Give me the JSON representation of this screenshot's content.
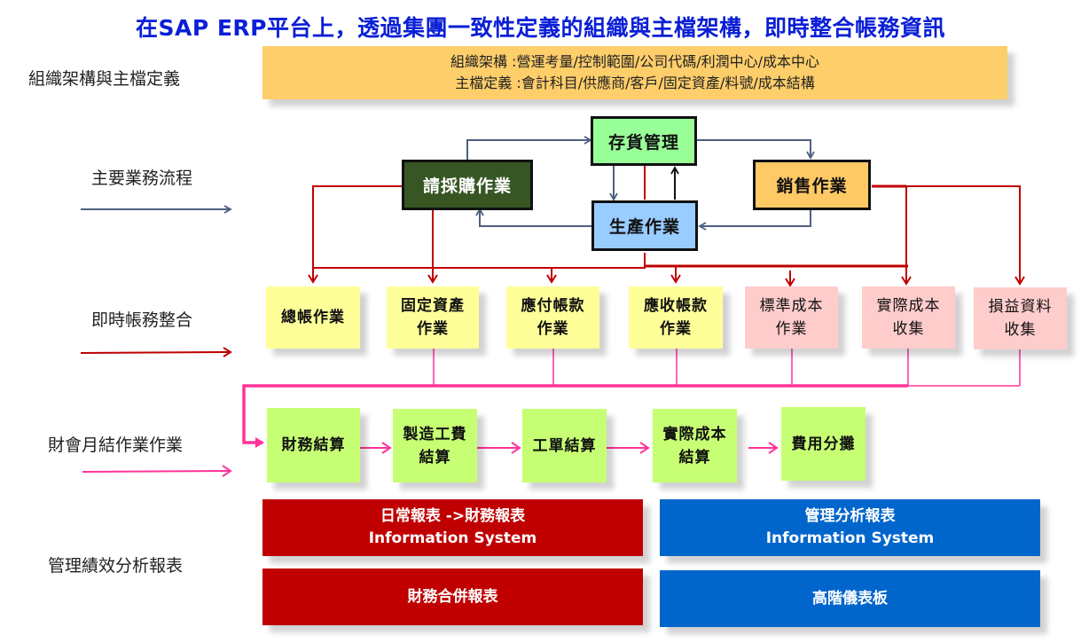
{
  "title": "在SAP ERP平台上，透過集團一致性定義的組織與主檔架構，即時整合帳務資訊",
  "row_labels": {
    "org": "組織架構與主檔定義",
    "business": "主要業務流程",
    "realtime": "即時帳務整合",
    "month_end": "財會月結作業作業",
    "reports": "管理績效分析報表"
  },
  "master_box": {
    "line1": "組織架構 :營運考量/控制範圍/公司代碼/利潤中心/成本中心",
    "line2": "主檔定義 :會計科目/供應商/客戶/固定資產/料號/成本結構"
  },
  "business_process": {
    "purchasing": "請採購作業",
    "inventory": "存貨管理",
    "sales": "銷售作業",
    "production": "生產作業"
  },
  "accounting_modules": [
    {
      "label": "總帳作業",
      "type": "yellow"
    },
    {
      "label": "固定資產\n作業",
      "type": "yellow"
    },
    {
      "label": "應付帳款\n作業",
      "type": "yellow"
    },
    {
      "label": "應收帳款\n作業",
      "type": "yellow"
    },
    {
      "label": "標準成本\n作業",
      "type": "pink"
    },
    {
      "label": "實際成本\n收集",
      "type": "pink"
    },
    {
      "label": "損益資料\n收集",
      "type": "pink"
    }
  ],
  "month_end_steps": [
    {
      "label": "財務結算"
    },
    {
      "label": "製造工費\n結算"
    },
    {
      "label": "工單結算"
    },
    {
      "label": "實際成本\n結算"
    },
    {
      "label": "費用分攤"
    }
  ],
  "reports": {
    "financial_daily": "日常報表 ->財務報表\nInformation System",
    "financial_consolidated": "財務合併報表",
    "management_analysis": "管理分析報表\nInformation System",
    "executive_dashboard": "高階儀表板"
  },
  "colors": {
    "title": "#0a1fd6",
    "master": "#fece6a",
    "purchasing": "#375623",
    "inventory": "#99ff99",
    "sales": "#ffc966",
    "production": "#99ccff",
    "business_line": "#4d6080",
    "realtime_line": "#c00000",
    "month_end_line": "#ff3399",
    "report_red": "#c00000",
    "report_blue": "#0066cc"
  }
}
